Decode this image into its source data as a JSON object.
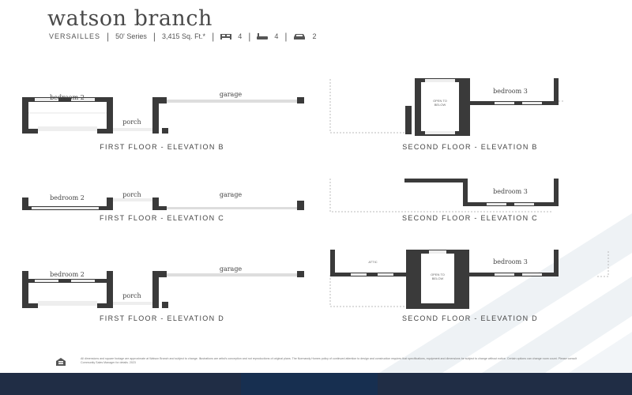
{
  "header": {
    "title": "watson branch",
    "plan_name": "VERSAILLES",
    "series": "50' Series",
    "square_feet": "3,415 Sq. Ft.*",
    "bedrooms": "4",
    "bathrooms": "4",
    "garage_cars": "2",
    "icons": [
      "bed-icon",
      "bathtub-icon",
      "car-icon"
    ]
  },
  "plans": {
    "first_floor_b": {
      "caption": "FIRST FLOOR - ELEVATION B",
      "rooms": [
        "bedroom 2",
        "porch",
        "garage"
      ]
    },
    "first_floor_c": {
      "caption": "FIRST FLOOR - ELEVATION C",
      "rooms": [
        "bedroom 2",
        "porch",
        "garage"
      ]
    },
    "first_floor_d": {
      "caption": "FIRST FLOOR - ELEVATION D",
      "rooms": [
        "bedroom 2",
        "porch",
        "garage"
      ]
    },
    "second_floor_b": {
      "caption": "SECOND FLOOR - ELEVATION B",
      "rooms": [
        "OPEN TO",
        "BELOW",
        "bedroom 3"
      ]
    },
    "second_floor_c": {
      "caption": "SECOND FLOOR - ELEVATION C",
      "rooms": [
        "bedroom 3"
      ]
    },
    "second_floor_d": {
      "caption": "SECOND FLOOR - ELEVATION D",
      "rooms": [
        "ATTIC",
        "OPEN TO",
        "BELOW",
        "bedroom 3"
      ]
    }
  },
  "disclaimer": "All dimensions and square footage are approximate at Watson Branch and subject to change. Illustrations are artist's conception and not reproductions of original plans. The Normandy Homes policy of continued attention to design and construction requires that specifications, equipment and dimensions be subject to change without notice. Certain options can change room count. Please consult Community Sales Manager for details. 2023",
  "colors": {
    "wall": "#3a3a3a",
    "footer": "#202d45",
    "footer_tab": "#172f50",
    "stripe": "#e8edf2"
  }
}
